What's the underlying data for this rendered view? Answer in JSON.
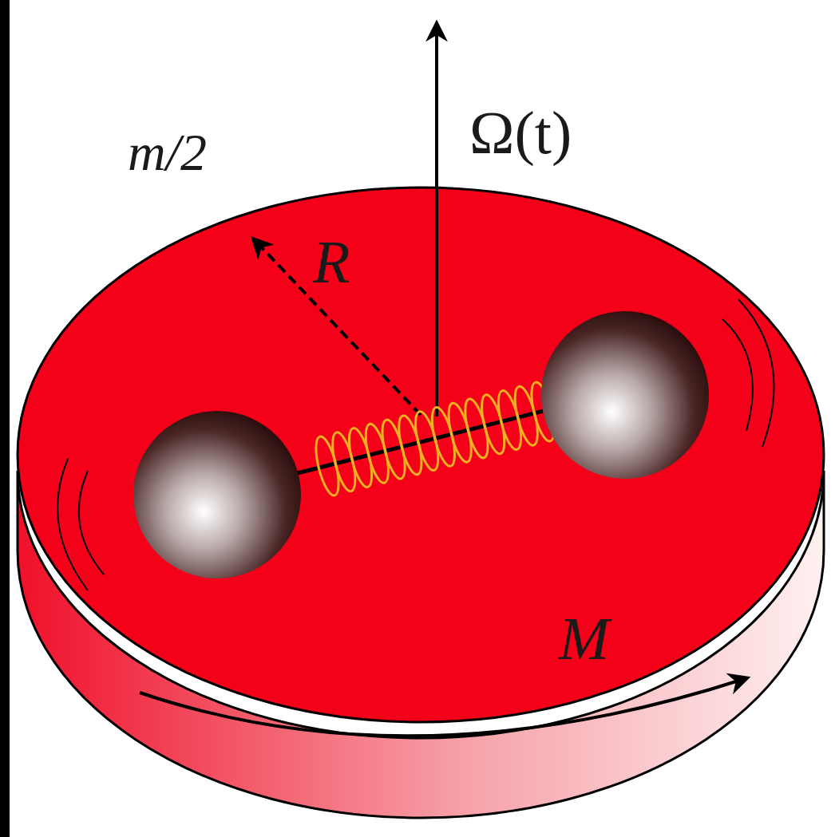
{
  "diagram": {
    "labels": [
      "Ω(t)",
      "R",
      "m/2",
      "M"
    ]
  }
}
